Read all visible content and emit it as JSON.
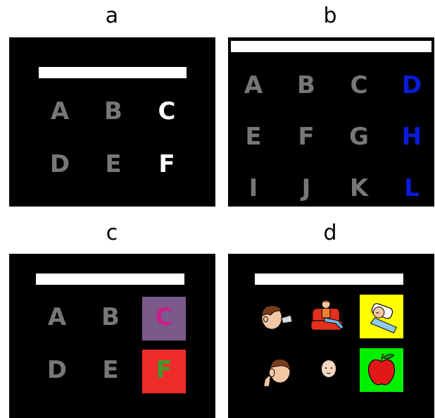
{
  "panels": {
    "a": {
      "label": "a",
      "grid": [
        {
          "text": "A",
          "color": "#777777"
        },
        {
          "text": "B",
          "color": "#777777"
        },
        {
          "text": "C",
          "color": "#ffffff"
        },
        {
          "text": "D",
          "color": "#777777"
        },
        {
          "text": "E",
          "color": "#777777"
        },
        {
          "text": "F",
          "color": "#ffffff"
        }
      ]
    },
    "b": {
      "label": "b",
      "grid": [
        {
          "text": "A",
          "color": "#777777"
        },
        {
          "text": "B",
          "color": "#777777"
        },
        {
          "text": "C",
          "color": "#777777"
        },
        {
          "text": "D",
          "color": "#0a1cd6"
        },
        {
          "text": "E",
          "color": "#777777"
        },
        {
          "text": "F",
          "color": "#777777"
        },
        {
          "text": "G",
          "color": "#777777"
        },
        {
          "text": "H",
          "color": "#0a1cd6"
        },
        {
          "text": "I",
          "color": "#777777"
        },
        {
          "text": "J",
          "color": "#777777"
        },
        {
          "text": "K",
          "color": "#777777"
        },
        {
          "text": "L",
          "color": "#0a1cd6"
        }
      ]
    },
    "c": {
      "label": "c",
      "grid": [
        {
          "text": "A",
          "color": "#777777",
          "bg": ""
        },
        {
          "text": "B",
          "color": "#777777",
          "bg": ""
        },
        {
          "text": "C",
          "color": "#cc1e8c",
          "bg": "#7a5a8a"
        },
        {
          "text": "D",
          "color": "#777777",
          "bg": ""
        },
        {
          "text": "E",
          "color": "#777777",
          "bg": ""
        },
        {
          "text": "F",
          "color": "#3f9a2a",
          "bg": "#ef2b2b"
        }
      ]
    },
    "d": {
      "label": "d",
      "tiles": [
        {
          "icon": "person-drinking-icon",
          "bg": "#ffffff"
        },
        {
          "icon": "person-resting-armchair-icon",
          "bg": "#ffffff"
        },
        {
          "icon": "baby-sleeping-icon",
          "bg": "#ffff00"
        },
        {
          "icon": "person-listening-music-icon",
          "bg": "#ffffff"
        },
        {
          "icon": "face-up-down-arrows-icon",
          "bg": "#ffffff"
        },
        {
          "icon": "apple-icon",
          "bg": "#00f000"
        }
      ]
    }
  }
}
